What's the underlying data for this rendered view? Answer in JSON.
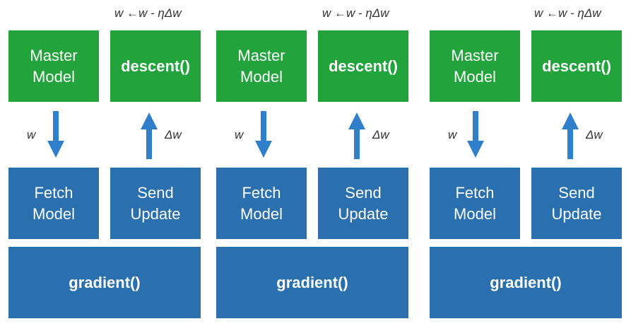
{
  "colors": {
    "master_green": "#22a33b",
    "worker_blue": "#2a6fae",
    "arrow_blue": "#2f7fcb",
    "annotation_gray": "#333333"
  },
  "columns": [
    {
      "master_model": "Master\nModel",
      "descent": "descent()",
      "update_formula": "w ←w - ηΔw",
      "down_label": "w",
      "up_label": "Δw",
      "fetch_model": "Fetch\nModel",
      "send_update": "Send\nUpdate",
      "gradient": "gradient()"
    },
    {
      "master_model": "Master\nModel",
      "descent": "descent()",
      "update_formula": "w ←w - ηΔw",
      "down_label": "w",
      "up_label": "Δw",
      "fetch_model": "Fetch\nModel",
      "send_update": "Send\nUpdate",
      "gradient": "gradient()"
    },
    {
      "master_model": "Master\nModel",
      "descent": "descent()",
      "update_formula": "w ←w - ηΔw",
      "down_label": "w",
      "up_label": "Δw",
      "fetch_model": "Fetch\nModel",
      "send_update": "Send\nUpdate",
      "gradient": "gradient()"
    }
  ]
}
